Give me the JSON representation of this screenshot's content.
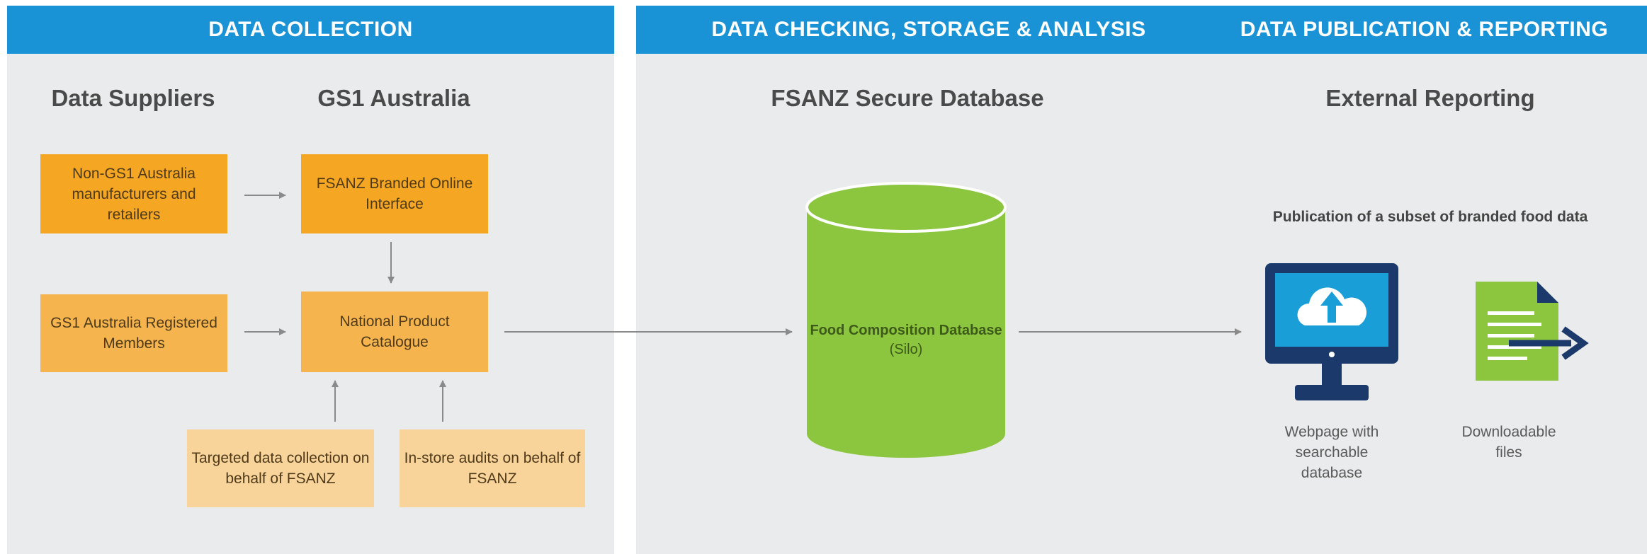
{
  "sections": {
    "collection": "DATA COLLECTION",
    "checking": "DATA CHECKING, STORAGE & ANALYSIS",
    "publication": "DATA PUBLICATION & REPORTING"
  },
  "headings": {
    "suppliers": "Data Suppliers",
    "gs1": "GS1 Australia",
    "fsanz_db": "FSANZ Secure Database",
    "external": "External Reporting"
  },
  "boxes": {
    "non_gs1": "Non-GS1 Australia manufacturers and retailers",
    "gs1_members": "GS1 Australia Registered Members",
    "fsanz_interface": "FSANZ Branded Online Interface",
    "npc": "National Product Catalogue",
    "targeted": "Targeted data collection on behalf of FSANZ",
    "instore": "In-store audits on behalf of FSANZ"
  },
  "database": {
    "label_main": "Food Composition Database",
    "label_sub": "(Silo)"
  },
  "publication": {
    "subtitle": "Publication of a subset of branded food data",
    "webpage": "Webpage with searchable database",
    "downloadable": "Downloadable files"
  },
  "icons": {
    "monitor": "monitor-cloud-upload-icon",
    "file": "document-export-icon"
  },
  "colors": {
    "banner": "#1a93d6",
    "panel": "#eaebec",
    "orange": "#f5a623",
    "beige": "#f8d49b",
    "cylinder": "#8cc63f",
    "navy": "#1b3a6b"
  }
}
